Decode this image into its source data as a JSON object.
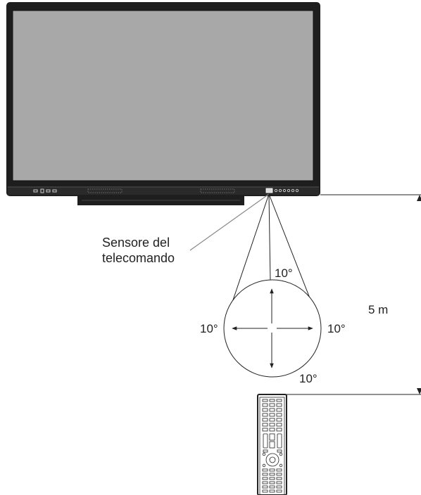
{
  "labels": {
    "sensor_line1": "Sensore del",
    "sensor_line2": "telecomando",
    "distance": "5 m",
    "angle_top": "10°",
    "angle_left": "10°",
    "angle_right": "10°",
    "angle_bottom": "10°"
  },
  "colors": {
    "screen_fill": "#a8a8a8",
    "bezel": "#1e1e1e",
    "stroke": "#222222",
    "leader": "#8a8a8a"
  }
}
